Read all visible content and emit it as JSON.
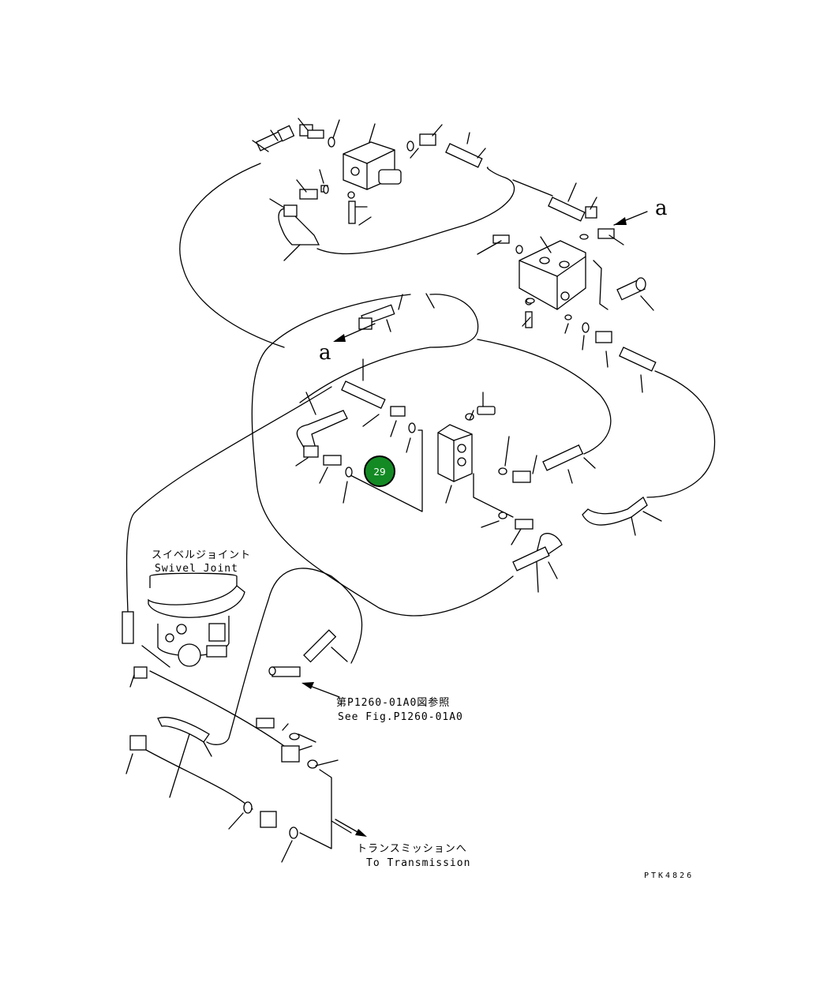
{
  "diagram": {
    "drawing_code": "PTK4826",
    "swivel_label_jp": "スイベルジョイント",
    "swivel_label_en": "Swivel Joint",
    "see_fig_jp": "第P1260-01A0図参照",
    "see_fig_en": "See Fig.P1260-01A0",
    "transmission_jp": "トランスミッションへ",
    "transmission_en": "To Transmission",
    "arrow_label_right": "a",
    "arrow_label_left": "a"
  },
  "callout": {
    "number": "29",
    "color": "#138a24"
  }
}
